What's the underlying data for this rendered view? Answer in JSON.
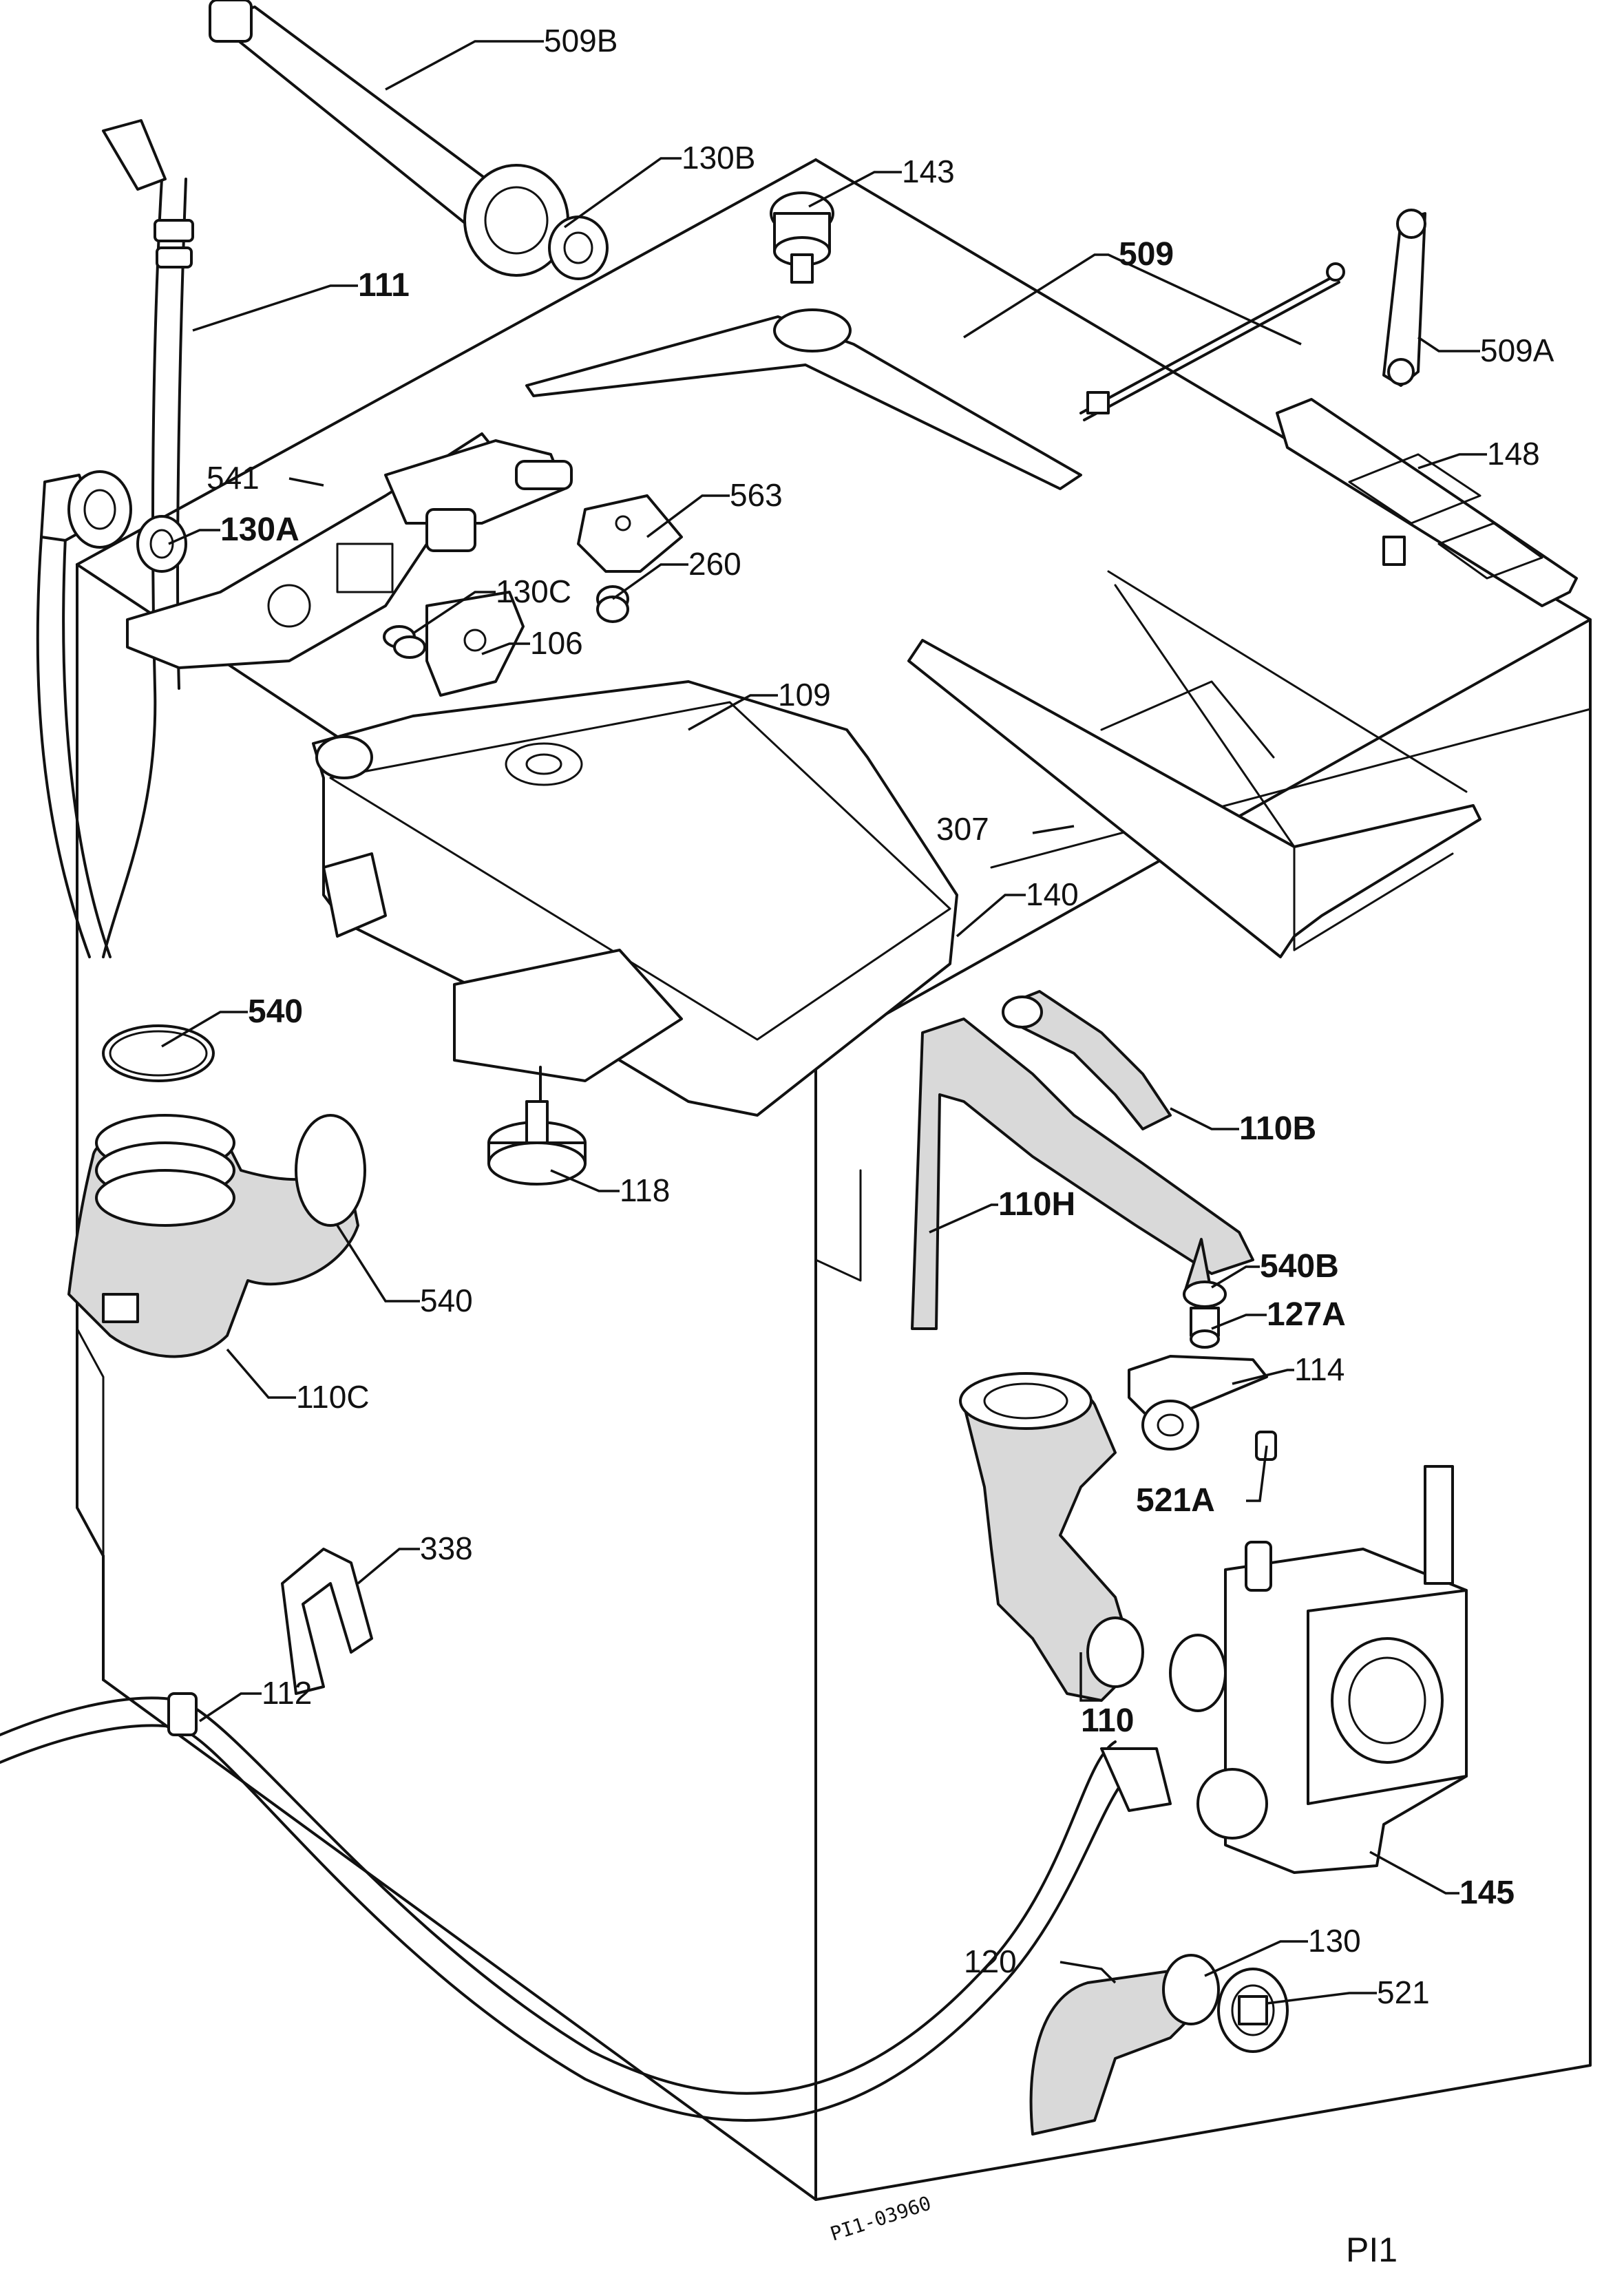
{
  "drawing_code": "PI1-03960",
  "page_label": "PI1",
  "callouts": [
    {
      "id": "509B",
      "text": "509B"
    },
    {
      "id": "130B",
      "text": "130B"
    },
    {
      "id": "143",
      "text": "143"
    },
    {
      "id": "509",
      "text": "509"
    },
    {
      "id": "509A",
      "text": "509A"
    },
    {
      "id": "111",
      "text": "111"
    },
    {
      "id": "148",
      "text": "148"
    },
    {
      "id": "541",
      "text": "541"
    },
    {
      "id": "130A",
      "text": "130A"
    },
    {
      "id": "563",
      "text": "563"
    },
    {
      "id": "260",
      "text": "260"
    },
    {
      "id": "130C",
      "text": "130C"
    },
    {
      "id": "106",
      "text": "106"
    },
    {
      "id": "109",
      "text": "109"
    },
    {
      "id": "307",
      "text": "307"
    },
    {
      "id": "140",
      "text": "140"
    },
    {
      "id": "540-top",
      "text": "540"
    },
    {
      "id": "110B",
      "text": "110B"
    },
    {
      "id": "118",
      "text": "118"
    },
    {
      "id": "110H",
      "text": "110H"
    },
    {
      "id": "540B",
      "text": "540B"
    },
    {
      "id": "540-bottom",
      "text": "540"
    },
    {
      "id": "127A",
      "text": "127A"
    },
    {
      "id": "110C",
      "text": "110C"
    },
    {
      "id": "114",
      "text": "114"
    },
    {
      "id": "521A",
      "text": "521A"
    },
    {
      "id": "338",
      "text": "338"
    },
    {
      "id": "110",
      "text": "110"
    },
    {
      "id": "112",
      "text": "112"
    },
    {
      "id": "145",
      "text": "145"
    },
    {
      "id": "130",
      "text": "130"
    },
    {
      "id": "120",
      "text": "120"
    },
    {
      "id": "521",
      "text": "521"
    }
  ]
}
